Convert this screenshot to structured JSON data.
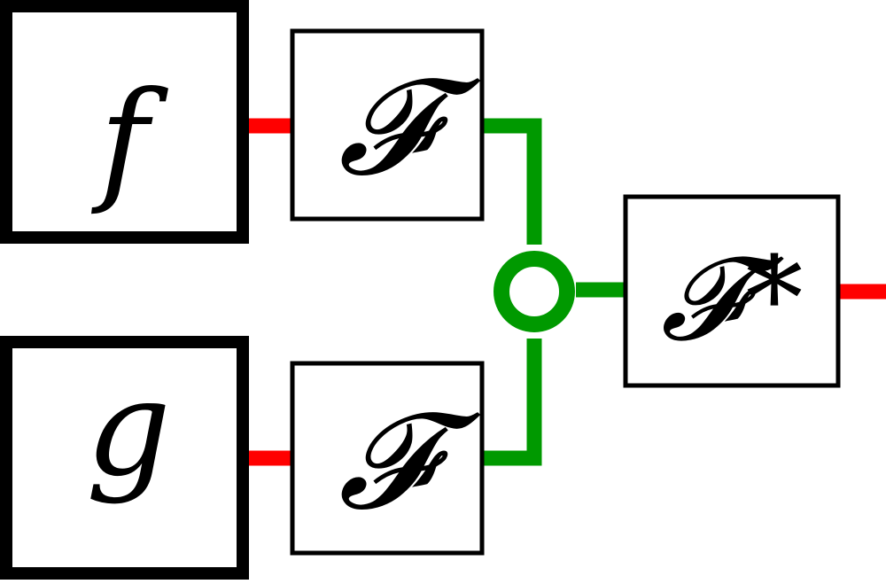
{
  "diagram": {
    "inputs": [
      {
        "label": "f"
      },
      {
        "label": "g"
      }
    ],
    "transforms": [
      {
        "label": "𝓕"
      },
      {
        "label": "𝓕"
      }
    ],
    "output_transform": {
      "label": "𝓕*"
    },
    "colors": {
      "signal_domain_wire": "#ff0000",
      "frequency_domain_wire": "#009900",
      "box_stroke": "#000000",
      "background": "#ffffff"
    },
    "combine_node": {
      "shape": "circle"
    }
  }
}
